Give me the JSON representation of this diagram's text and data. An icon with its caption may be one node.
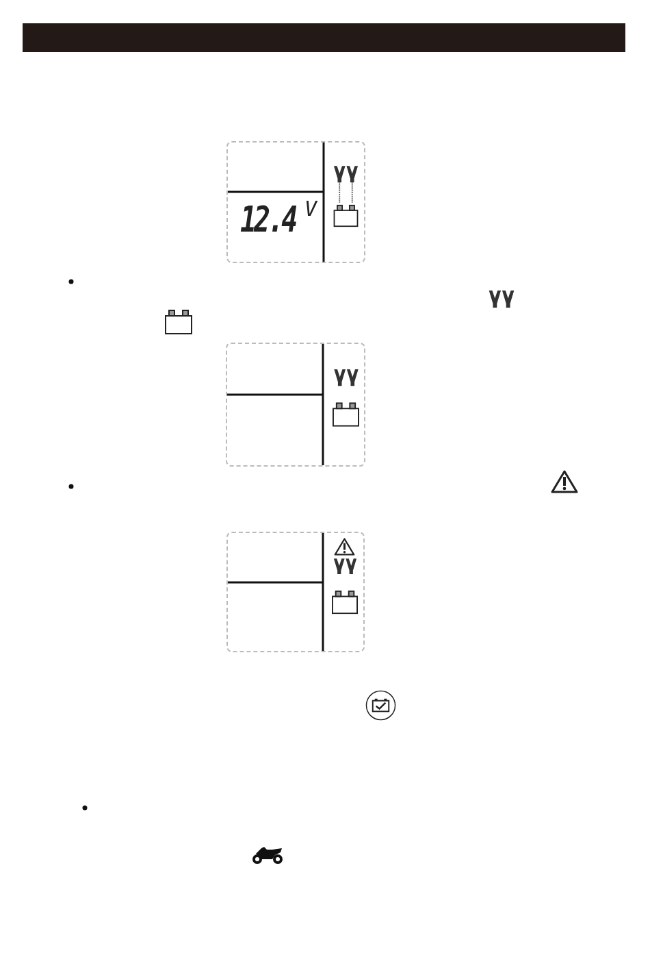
{
  "diagram": {
    "nodes": [
      {
        "text": [
          "12.4",
          "V"
        ]
      },
      {
        "text": [],
        "shape": "box"
      },
      {
        "text": [],
        "shape": "box"
      }
    ]
  }
}
